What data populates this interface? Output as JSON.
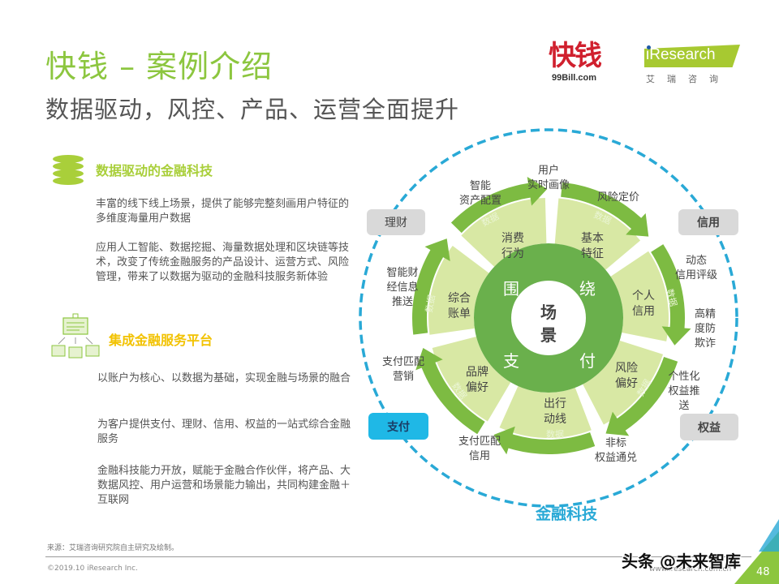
{
  "header": {
    "title": "快钱 – 案例介绍",
    "subtitle": "数据驱动，风控、产品、运营全面提升"
  },
  "logos": {
    "kuaiqian": {
      "name": "快钱",
      "domain": "99Bill.com"
    },
    "iresearch": {
      "name": "iResearch",
      "cn": "艾瑞咨询"
    }
  },
  "sections": [
    {
      "icon": "database-icon",
      "title": "数据驱动的金融科技",
      "title_color": "#8cc63f",
      "paragraphs": [
        "丰富的线下线上场景，提供了能够完整刻画用户特征的多维度海量用户数据",
        "应用人工智能、数据挖掘、海量数据处理和区块链等技术，改变了传统金融服务的产品设计、运营方式、风险管理，带来了以数据为驱动的金融科技服务新体验"
      ]
    },
    {
      "icon": "platform-hierarchy-icon",
      "title": "集成金融服务平台",
      "title_color": "#f2c200",
      "paragraphs": [
        "以账户为核心、以数据为基础，实现金融与场景的融合",
        "为客户提供支付、理财、信用、权益的一站式综合金融服务",
        "金融科技能力开放，赋能于金融合作伙伴，将产品、大数据风控、用户运营和场景能力输出，共同构建金融＋互联网"
      ]
    }
  ],
  "diagram": {
    "center": {
      "line1": "场",
      "line2": "景"
    },
    "ring_chars": [
      "围",
      "绕",
      "支",
      "付"
    ],
    "segments": [
      "消费行为",
      "基本特征",
      "个人信用",
      "风险偏好",
      "出行动线",
      "品牌偏好",
      "综合账单"
    ],
    "segment_lines": [
      [
        "消费",
        "行为"
      ],
      [
        "基本",
        "特征"
      ],
      [
        "个人",
        "信用"
      ],
      [
        "风险",
        "偏好"
      ],
      [
        "出行",
        "动线"
      ],
      [
        "品牌",
        "偏好"
      ],
      [
        "综合",
        "账单"
      ]
    ],
    "arrow_label": "数据",
    "outer_labels": {
      "top": [
        "用户",
        "实时画像"
      ],
      "top_left": [
        "智能",
        "资产配置"
      ],
      "top_right": [
        "风险定价"
      ],
      "right_upper": [
        "动态",
        "信用评级"
      ],
      "right_mid": [
        "高精",
        "度防",
        "欺诈"
      ],
      "right_lower": [
        "个性化",
        "权益推",
        "送"
      ],
      "bottom_right": [
        "非标",
        "权益通兑"
      ],
      "bottom_left": [
        "支付匹配",
        "信用"
      ],
      "left_lower": [
        "支付匹配",
        "营销"
      ],
      "left_upper": [
        "智能财",
        "经信息",
        "推送"
      ]
    },
    "quadrants": [
      {
        "id": "licai",
        "label": "理财",
        "active": false
      },
      {
        "id": "xinyong",
        "label": "信用",
        "active": false
      },
      {
        "id": "quanyi",
        "label": "权益",
        "active": false
      },
      {
        "id": "zhifu",
        "label": "支付",
        "active": true
      }
    ],
    "caption": "金融科技",
    "colors": {
      "dark_green": "#6ab04c",
      "arrow_green": "#7dbb42",
      "light_green": "#d8e8a4",
      "dashed_blue": "#29a9d6",
      "quadrant_gray": "#d9d9d9",
      "quadrant_active": "#1fb8e6"
    }
  },
  "footer": {
    "source": "来源：艾瑞咨询研究院自主研究及绘制。",
    "copyright": "©2019.10 iResearch Inc.",
    "url": "www.iresearch.com.cn",
    "page": "48",
    "watermark": "头条 @未来智库"
  }
}
